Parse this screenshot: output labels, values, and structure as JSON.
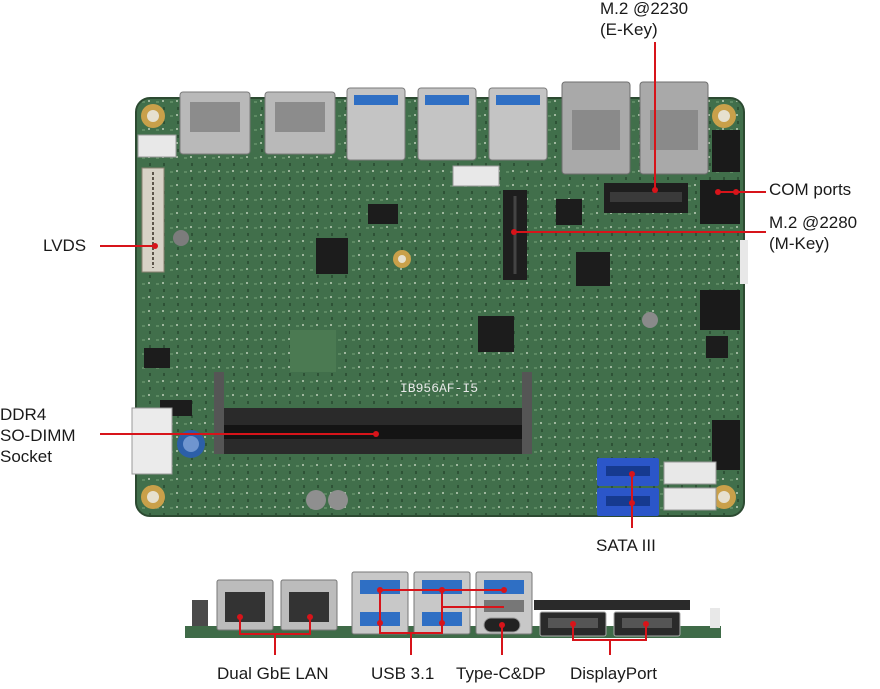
{
  "labels": {
    "m2_e_line1": "M.2 @2230",
    "m2_e_line2": "(E-Key)",
    "com_ports": "COM ports",
    "m2_m_line1": "M.2 @2280",
    "m2_m_line2": "(M-Key)",
    "lvds": "LVDS",
    "ddr4_line1": "DDR4",
    "ddr4_line2": "SO-DIMM",
    "ddr4_line3": "Socket",
    "sata": "SATA III",
    "dual_lan": "Dual GbE LAN",
    "usb31": "USB 3.1",
    "typec": "Type-C&DP",
    "displayport": "DisplayPort"
  },
  "board_marking": "IB956AF-I5",
  "colors": {
    "pcb": "#3f6b48",
    "callout": "#d7141a",
    "usb_blue": "#2f6fc4",
    "sata_blue": "#2b56c9",
    "text": "#1a1a1a"
  }
}
